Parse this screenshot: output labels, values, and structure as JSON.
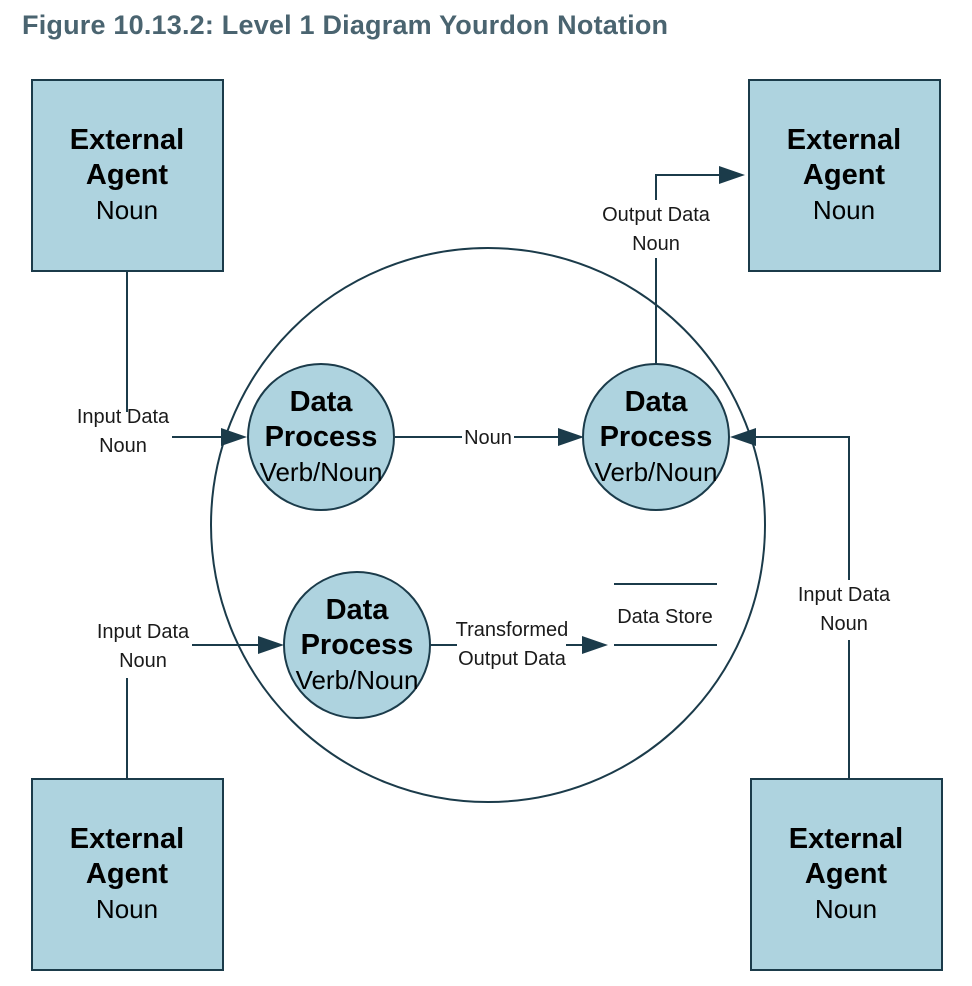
{
  "title": "Figure 10.13.2: Level 1 Diagram Yourdon Notation",
  "agents": [
    {
      "line1": "External",
      "line2": "Agent",
      "line3": "Noun"
    },
    {
      "line1": "External",
      "line2": "Agent",
      "line3": "Noun"
    },
    {
      "line1": "External",
      "line2": "Agent",
      "line3": "Noun"
    },
    {
      "line1": "External",
      "line2": "Agent",
      "line3": "Noun"
    }
  ],
  "processes": [
    {
      "line1": "Data",
      "line2": "Process",
      "line3": "Verb/Noun"
    },
    {
      "line1": "Data",
      "line2": "Process",
      "line3": "Verb/Noun"
    },
    {
      "line1": "Data",
      "line2": "Process",
      "line3": "Verb/Noun"
    }
  ],
  "data_store": {
    "label": "Data Store"
  },
  "flows": {
    "input_top_left": {
      "line1": "Input Data",
      "line2": "Noun"
    },
    "output_top_right": {
      "line1": "Output Data",
      "line2": "Noun"
    },
    "process_to_process": {
      "line1": "Noun"
    },
    "input_bottom_left": {
      "line1": "Input Data",
      "line2": "Noun"
    },
    "to_store": {
      "line1": "Transformed",
      "line2": "Output Data"
    },
    "input_right": {
      "line1": "Input Data",
      "line2": "Noun"
    }
  }
}
